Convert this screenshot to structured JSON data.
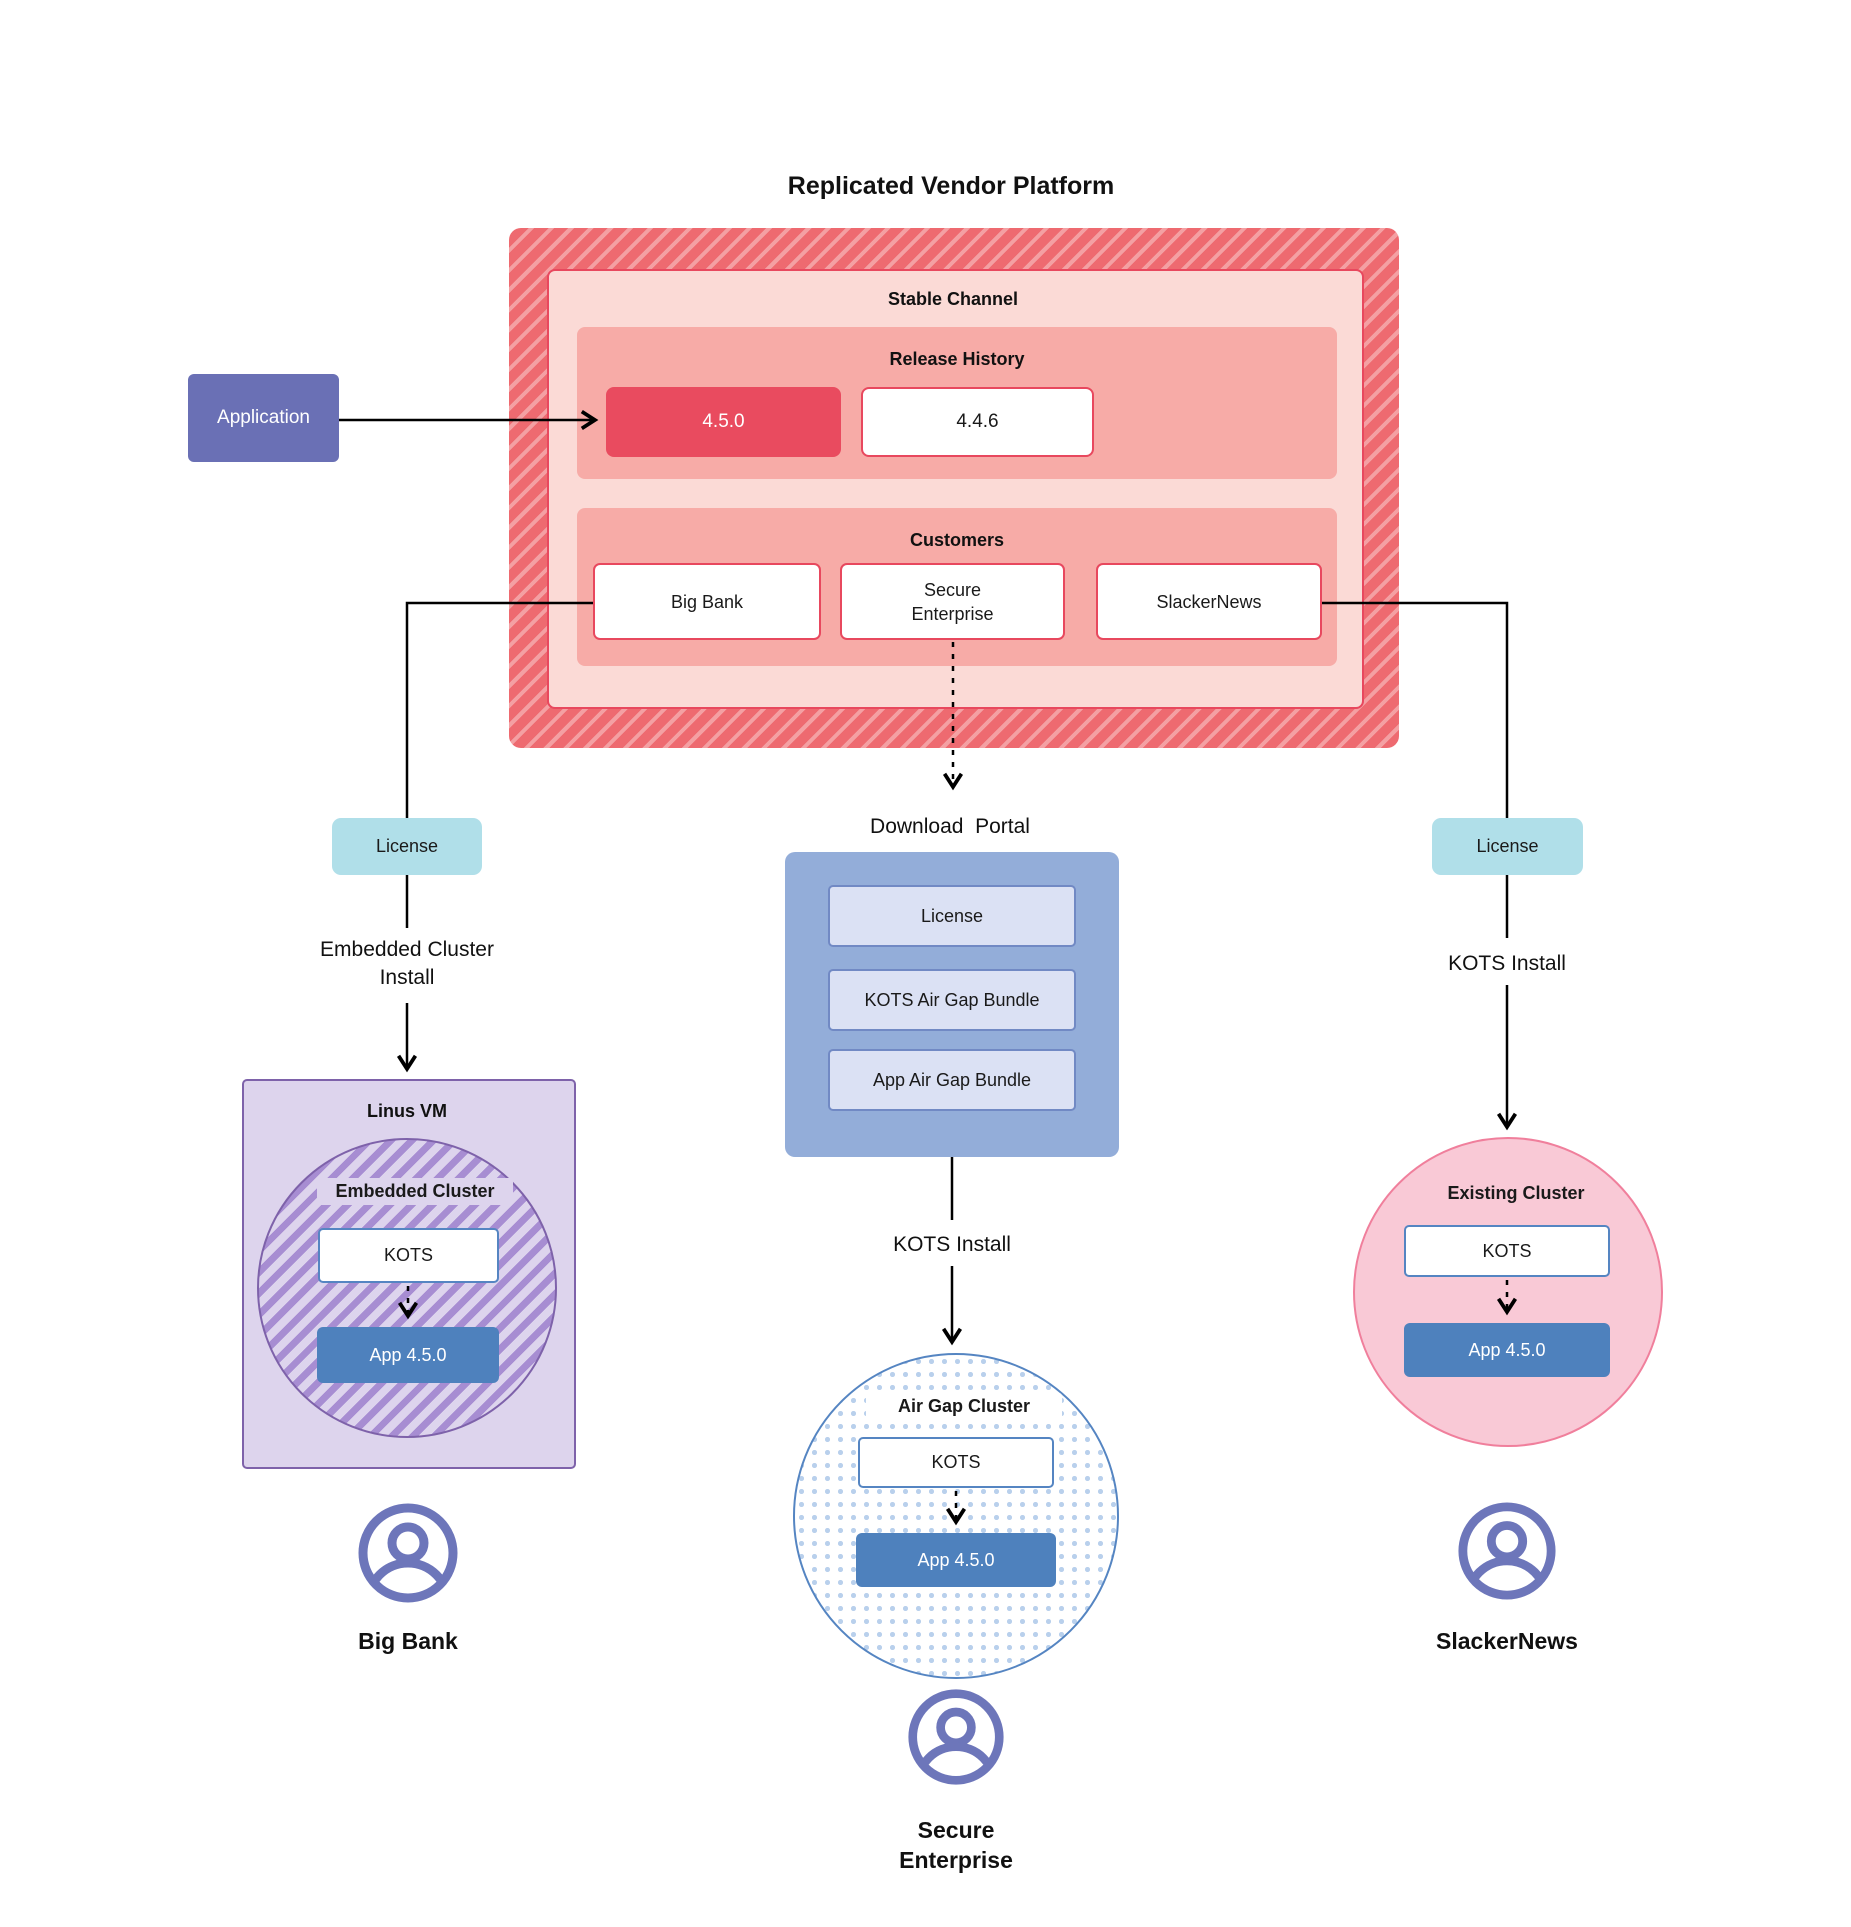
{
  "title": "Replicated Vendor Platform",
  "platform": {
    "stable_channel_label": "Stable Channel",
    "release_history_label": "Release History",
    "releases": {
      "current": "4.5.0",
      "previous": "4.4.6"
    },
    "customers_label": "Customers",
    "customers": {
      "big_bank": "Big Bank",
      "secure_enterprise": "Secure\nEnterprise",
      "slacker_news": "SlackerNews"
    }
  },
  "application_label": "Application",
  "left_flow": {
    "license": "License",
    "install": "Embedded Cluster\nInstall",
    "vm": "Linus VM",
    "cluster": "Embedded Cluster",
    "kots": "KOTS",
    "app": "App 4.5.0",
    "user": "Big Bank"
  },
  "middle_flow": {
    "portal_title": "Download  Portal",
    "portal_license": "License",
    "portal_kots_bundle": "KOTS Air Gap Bundle",
    "portal_app_bundle": "App Air Gap Bundle",
    "install": "KOTS Install",
    "cluster": "Air Gap Cluster",
    "kots": "KOTS",
    "app": "App 4.5.0",
    "user": "Secure\nEnterprise"
  },
  "right_flow": {
    "license": "License",
    "install": "KOTS Install",
    "cluster": "Existing Cluster",
    "kots": "KOTS",
    "app": "App 4.5.0",
    "user": "SlackerNews"
  },
  "colors": {
    "red_stripe_base": "#ee6a70",
    "red_stripe_light": "#f4a0a3",
    "pink_panel": "#fbdad6",
    "salmon_panel": "#f7aba7",
    "release_current": "#e94b5f",
    "red_border": "#e8485e",
    "application_purple": "#6a70b5",
    "teal": "#b0dfe9",
    "portal_blue": "#93add9",
    "portal_item": "#dbe1f4",
    "app_blue": "#4e81bd",
    "kots_border": "#5585c2",
    "vm_purple_fill": "#ddd4ed",
    "vm_purple_border": "#7e62aa",
    "existing_pink_fill": "#f9c9d6",
    "existing_pink_border": "#f07f9c",
    "user_icon_purple": "#6d76ba"
  }
}
